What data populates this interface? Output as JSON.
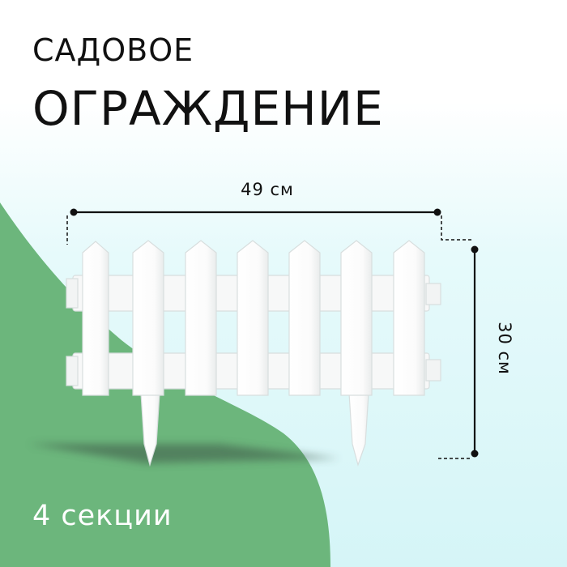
{
  "title": {
    "line1": "САДОВОЕ",
    "line2": "ОГРАЖДЕНИЕ"
  },
  "dimensions": {
    "width": "49 см",
    "height": "30 см"
  },
  "sections": "4 секции",
  "colors": {
    "green": "#6cb67c",
    "fence": "#ffffff",
    "text": "#111111"
  }
}
